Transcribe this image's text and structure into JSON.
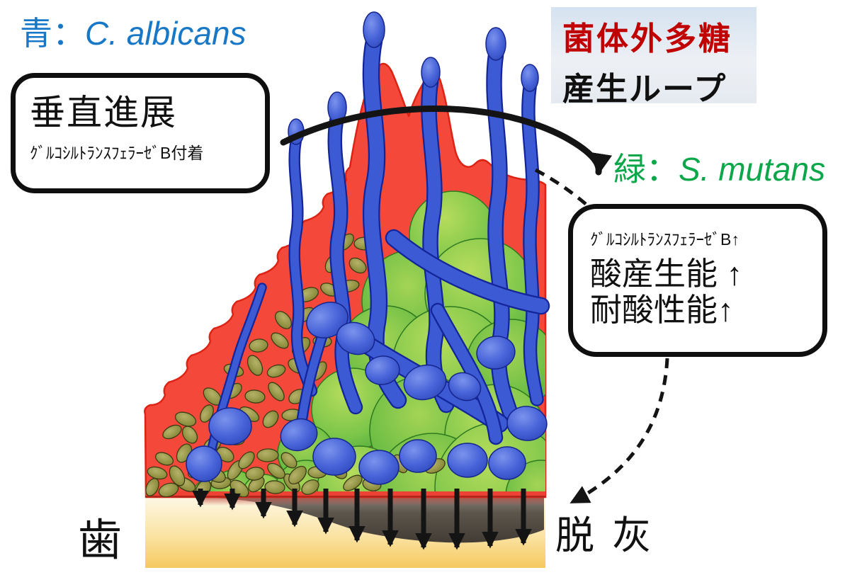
{
  "figure": {
    "legend_albicans": {
      "prefix": "青：",
      "species": "C. albicans"
    },
    "legend_mutans": {
      "prefix": "緑：",
      "species": "S. mutans"
    },
    "loop_box": {
      "line1": "菌体外多糖",
      "line2": "産生ループ"
    },
    "vertical_box": {
      "title": "垂直進展",
      "subtitle": "ｸﾞﾙｺｼﾙﾄﾗﾝｽﾌｪﾗｰｾﾞB付着"
    },
    "effects_box": {
      "line1": "ｸﾞﾙｺｼﾙﾄﾗﾝｽﾌｪﾗｰｾﾞB↑",
      "line2": "酸産生能 ↑",
      "line3": "耐酸性能↑"
    },
    "tooth_label": "歯",
    "demineralization_label": "脱 灰",
    "colors": {
      "albicans_blue_text": "#1878C8",
      "mutans_green_text": "#0CA74A",
      "eps_red_text": "#C00000",
      "eps_red_fill": "#F4483A",
      "eps_red_stroke": "#DD2313",
      "colony_green": "#4CAF3E",
      "colony_green_light": "#A9D64F",
      "hyphae_blue": "#3552CC",
      "hyphae_blue_dark": "#14259A",
      "bacteria_olive": "#8D8E3E",
      "tooth_cream": "#FDF8E6",
      "tooth_gold": "#F6C95F",
      "demineralized_gray": "#433C34",
      "arrow_black": "#141414"
    }
  }
}
